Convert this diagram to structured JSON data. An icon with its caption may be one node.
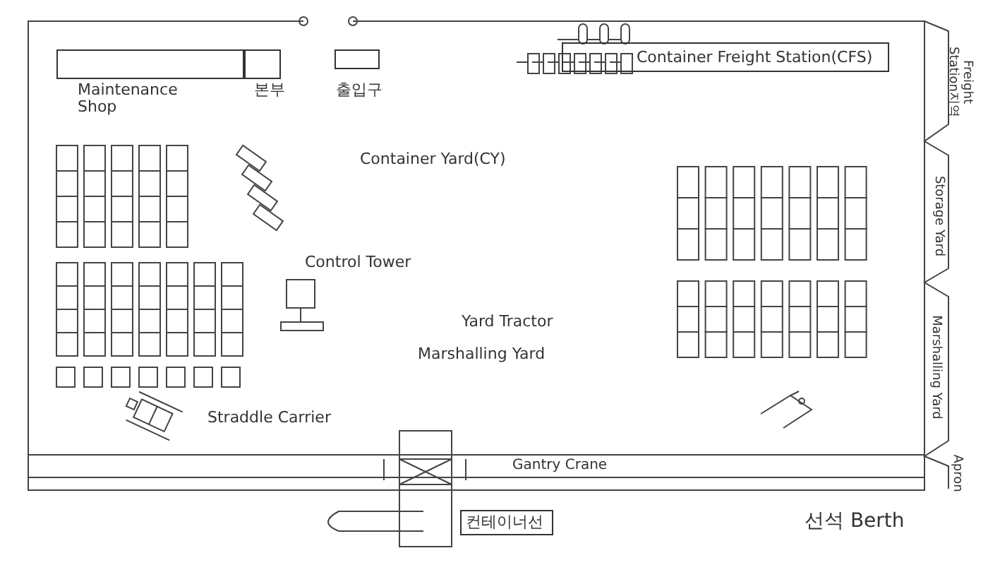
{
  "diagram": {
    "nodes": [
      {
        "text": [
          "Maintenance Shop"
        ]
      },
      {
        "text": [
          "본부"
        ]
      },
      {
        "text": [
          "출입구"
        ]
      },
      {
        "text": [
          "Container Freight Station(CFS)"
        ]
      },
      {
        "text": [
          "컨테이너선"
        ]
      }
    ],
    "labels": [
      "Freight Station지역",
      "Container Yard(CY)",
      "Storage Yard",
      "Control Tower",
      "Yard Tractor",
      "Marshalling Yard",
      "Marshalling Yard",
      "Straddle Carrier",
      "Gantry Crane",
      "Apron",
      "선석 Berth"
    ]
  }
}
